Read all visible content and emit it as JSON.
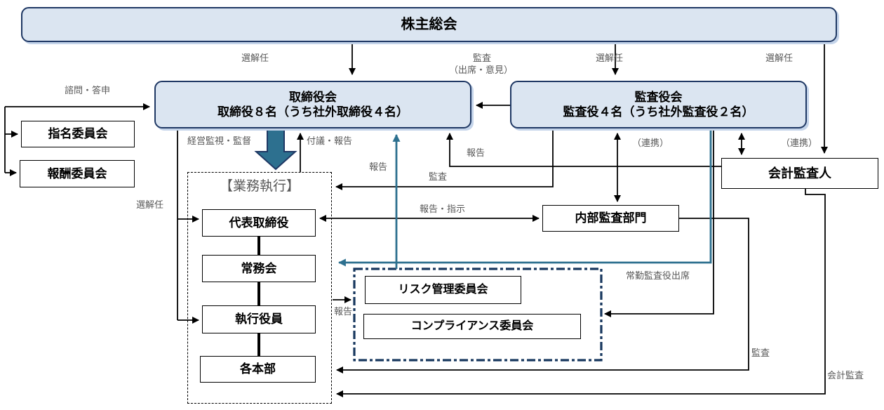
{
  "colors": {
    "box_fill_blue": "#dbe5f1",
    "box_border_navy": "#1f3864",
    "teal_accent": "#2d708f",
    "committee_frame_navy": "#17375e",
    "label_gray": "#595959",
    "line_black": "#000000"
  },
  "boxes": {
    "shareholders_meeting": "株主総会",
    "board_of_directors": {
      "line1": "取締役会",
      "line2": "取締役８名（うち社外取締役４名）"
    },
    "audit_board": {
      "line1": "監査役会",
      "line2": "監査役４名（うち社外監査役２名）"
    },
    "nomination_committee": "指名委員会",
    "compensation_committee": "報酬委員会",
    "accounting_auditor": "会計監査人",
    "internal_audit_dept": "内部監査部門",
    "business_execution_caption": "【業務執行】",
    "representative_director": "代表取締役",
    "management_committee": "常務会",
    "executive_officers": "執行役員",
    "divisions": "各本部",
    "risk_management_committee": "リスク管理委員会",
    "compliance_committee": "コンプライアンス委員会"
  },
  "labels": {
    "appointment_dismissal_board": "選解任",
    "audit_attendance_line1": "監査",
    "audit_attendance_line2": "（出席・意見）",
    "appointment_dismissal_audit_board": "選解任",
    "appointment_dismissal_auditor": "選解任",
    "consultation_report": "諮問・答申",
    "management_monitoring": "経営監視・監督",
    "submission_report": "付議・報告",
    "report_to_board_from_committees": "報告",
    "report_to_board_from_auditor": "報告",
    "audit_of_execution": "監査",
    "cooperation_internal": "（連携）",
    "cooperation_auditor": "（連携）",
    "report_instruction": "報告・指示",
    "appointment_dismissal_exec": "選解任",
    "fulltime_auditor_attendance": "常勤監査役出席",
    "report_to_committees": "報告",
    "internal_audit_label": "監査",
    "accounting_audit": "会計監査"
  }
}
